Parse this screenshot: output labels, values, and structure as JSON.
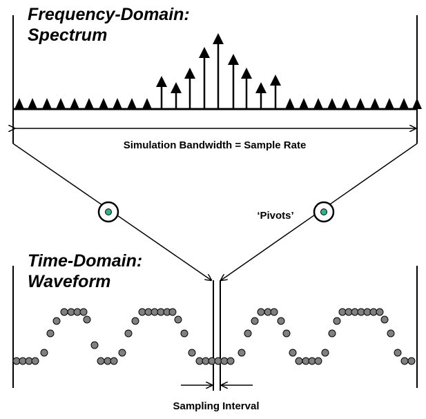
{
  "frequency_title": [
    "Frequency-Domain:",
    "Spectrum"
  ],
  "time_title": [
    "Time-Domain:",
    "Waveform"
  ],
  "bandwidth_label": "Simulation Bandwidth = Sample Rate",
  "pivots_label": "‘Pivots’",
  "sampling_label": "Sampling Interval",
  "colors": {
    "ink": "#000000",
    "sample_fill": "#808080",
    "pivot_fill": "#2fb38a"
  }
}
